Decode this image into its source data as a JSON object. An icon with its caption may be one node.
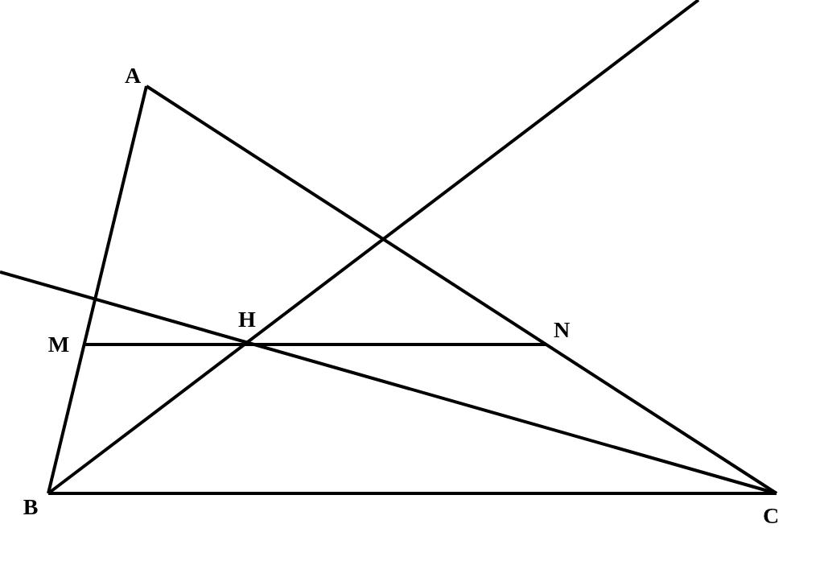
{
  "diagram": {
    "nodes": [
      {
        "text": [
          "A"
        ]
      },
      {
        "text": [
          "B"
        ]
      },
      {
        "text": [
          "C"
        ]
      },
      {
        "text": [
          "M"
        ]
      },
      {
        "text": [
          "H"
        ]
      },
      {
        "text": [
          "N"
        ]
      }
    ],
    "edges": [
      {
        "from": 0,
        "to": 1,
        "arrow": "none"
      },
      {
        "from": 0,
        "to": 2,
        "arrow": "none"
      },
      {
        "from": 1,
        "to": 2,
        "arrow": "none"
      },
      {
        "from": 3,
        "to": 5,
        "arrow": "none"
      },
      {
        "from": 1,
        "to": null,
        "arrow": "none"
      },
      {
        "from": 2,
        "to": null,
        "arrow": "none"
      }
    ]
  }
}
